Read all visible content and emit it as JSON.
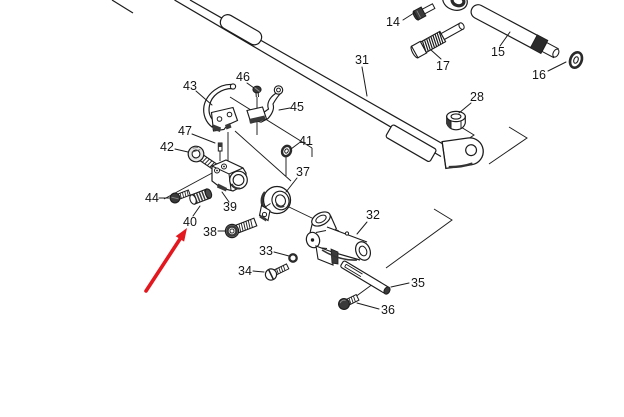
{
  "diagram": {
    "kind": "exploded-parts-diagram",
    "background": "#ffffff",
    "line_color": "#1c1c1c",
    "labels": {
      "14": "14",
      "15": "15",
      "16": "16",
      "17": "17",
      "28": "28",
      "31": "31",
      "32": "32",
      "33": "33",
      "34": "34",
      "35": "35",
      "36": "36",
      "37": "37",
      "38": "38",
      "39": "39",
      "40": "40",
      "41": "41",
      "42": "42",
      "43": "43",
      "44": "44",
      "45": "45",
      "46": "46",
      "47": "47"
    },
    "highlight": {
      "type": "arrow",
      "color": "#e3171e",
      "points_to_part": "40"
    }
  }
}
